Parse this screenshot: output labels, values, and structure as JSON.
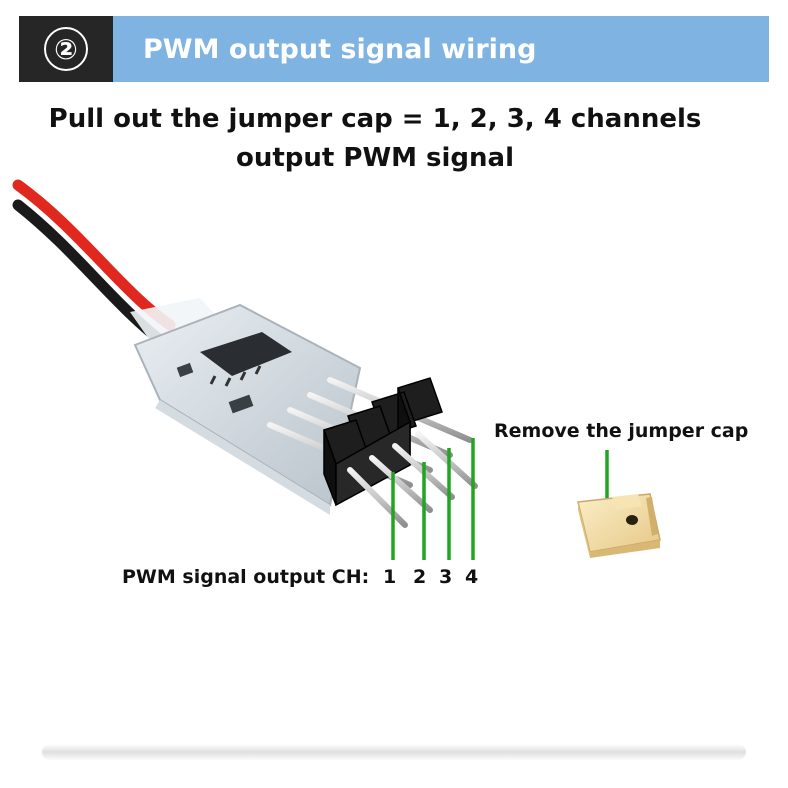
{
  "header": {
    "step_badge": "②",
    "title": "PWM output signal wiring"
  },
  "instruction": {
    "line1": "Pull out the jumper cap = 1, 2, 3, 4 channels",
    "line2": "output PWM signal"
  },
  "labels": {
    "jumper": "Remove the jumper cap",
    "pwm_output": "PWM signal output CH:",
    "channels": [
      "1",
      "2",
      "3",
      "4"
    ]
  },
  "colors": {
    "header_dark": "#262626",
    "header_blue": "#7fb3e1",
    "pointer_green": "#1fa51f",
    "jumper_cap": "#f3dea6",
    "wire_red": "#e0281e",
    "wire_black": "#1a1a1a"
  },
  "illustration": {
    "subject": "PWM receiver module with 3x4 pin header and removed jumper cap",
    "icons": [
      "circled-number-2-icon",
      "jumper-cap-icon",
      "pointer-line-icon"
    ]
  }
}
